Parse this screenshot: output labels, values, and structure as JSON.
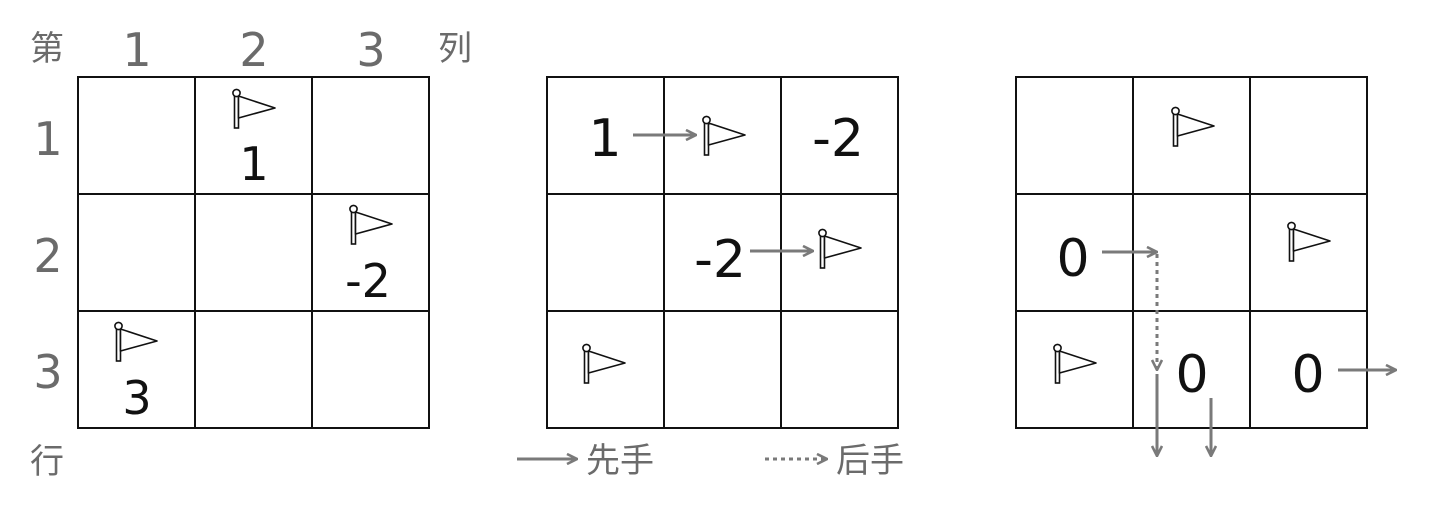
{
  "header": {
    "ordinal": "第",
    "columns": [
      "1",
      "2",
      "3"
    ],
    "column_suffix": "列",
    "rows": [
      "1",
      "2",
      "3"
    ],
    "row_suffix": "行"
  },
  "grid1": {
    "values": {
      "r1c2": "1",
      "r2c3": "-2",
      "r3c1": "3"
    }
  },
  "grid2": {
    "values": {
      "r1c1": "1",
      "r1c3": "-2",
      "r2c2": "-2"
    }
  },
  "grid3": {
    "values": {
      "r2c1": "0",
      "r3c2": "0",
      "r3c3": "0"
    }
  },
  "legend": {
    "solid_label": "先手",
    "dashed_label": "后手"
  }
}
